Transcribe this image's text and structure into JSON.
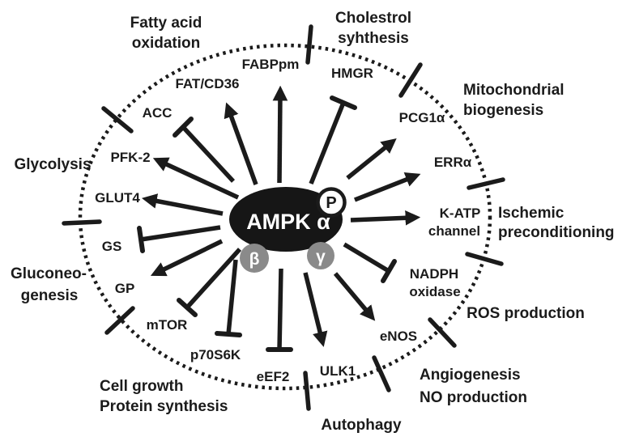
{
  "center": {
    "complex": "AMPK α",
    "phospho": "P",
    "beta_subunit": "β",
    "gamma_subunit": "γ"
  },
  "targets": {
    "fabppm": {
      "label": "FABPpm",
      "effect": "activate"
    },
    "fatcd36": {
      "label": "FAT/CD36",
      "effect": "activate"
    },
    "acc": {
      "label": "ACC",
      "effect": "inhibit"
    },
    "pfk2": {
      "label": "PFK-2",
      "effect": "activate"
    },
    "glut4": {
      "label": "GLUT4",
      "effect": "activate"
    },
    "gs": {
      "label": "GS",
      "effect": "inhibit"
    },
    "gp": {
      "label": "GP",
      "effect": "activate"
    },
    "mtor": {
      "label": "mTOR",
      "effect": "inhibit"
    },
    "p70s6k": {
      "label": "p70S6K",
      "effect": "inhibit"
    },
    "eef2": {
      "label": "eEF2",
      "effect": "inhibit"
    },
    "ulk1": {
      "label": "ULK1",
      "effect": "activate"
    },
    "enos": {
      "label": "eNOS",
      "effect": "activate"
    },
    "nadph": {
      "line1": "NADPH",
      "line2": "oxidase",
      "effect": "inhibit"
    },
    "katp": {
      "line1": "K-ATP",
      "line2": "channel",
      "effect": "activate"
    },
    "erra": {
      "label": "ERRα",
      "effect": "activate"
    },
    "pcg1a": {
      "label": "PCG1α",
      "effect": "activate"
    },
    "hmgr": {
      "label": "HMGR",
      "effect": "inhibit"
    }
  },
  "processes": {
    "fatty_acid_oxidation": {
      "line1": "Fatty acid",
      "line2": "oxidation"
    },
    "cholesterol_synthesis": {
      "line1": "Cholestrol",
      "line2": "syhthesis"
    },
    "mitochondrial_biogenesis": {
      "line1": "Mitochondrial",
      "line2": "biogenesis"
    },
    "ischemic_preconditioning": {
      "line1": "Ischemic",
      "line2": "preconditioning"
    },
    "ros_production": {
      "label": "ROS production"
    },
    "angiogenesis": {
      "line1": "Angiogenesis",
      "line2": "NO production"
    },
    "autophagy": {
      "label": "Autophagy"
    },
    "cell_growth": {
      "line1": "Cell growth",
      "line2": "Protein synthesis"
    },
    "gluconeogenesis": {
      "line1": "Gluconeo-",
      "line2": "genesis"
    },
    "glycolysis": {
      "label": "Glycolysis"
    }
  },
  "colors": {
    "ink": "#1b1b1b",
    "subunit_gray": "#8a8a8a",
    "background": "#ffffff"
  }
}
